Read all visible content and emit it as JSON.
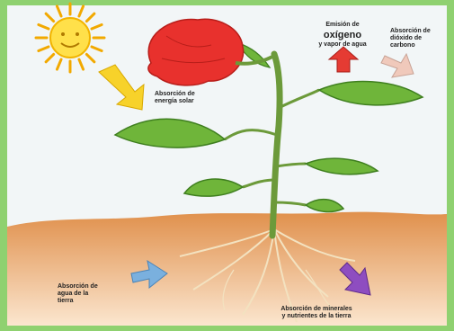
{
  "labels": {
    "solar": "Absorción de\nenergía solar",
    "oxygen_top": "Emisión de",
    "oxygen_main": "oxígeno",
    "oxygen_bottom": "y vapor de agua",
    "co2": "Absorción de\ndióxido de\ncarbono",
    "water": "Absorción de\nagua de la\ntierra",
    "minerals": "Absorción de minerales\ny nutrientes de la tierra"
  },
  "colors": {
    "border": "#8fd170",
    "sky": "#f2f6f7",
    "soil_top": "#e0904c",
    "soil_bottom": "#fbe6cf",
    "leaf": "#6fb53a",
    "leaf_dark": "#3f7f1f",
    "stem": "#6c9a3a",
    "flower": "#e8312d",
    "sun": "#ffe04a",
    "arrow_sun": "#f7d22a",
    "arrow_oxygen": "#e53b33",
    "arrow_co2": "#f0c9bb",
    "arrow_water": "#7ab0de",
    "arrow_minerals": "#8e4dc0",
    "root": "#f3e2c0"
  }
}
